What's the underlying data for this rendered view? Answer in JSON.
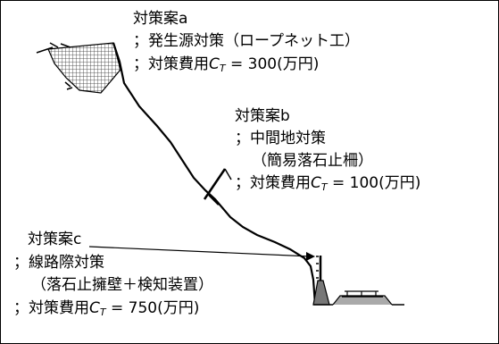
{
  "measures": [
    {
      "id": "a",
      "title": "対策案a",
      "detail": "；発生源対策（ロープネット工）",
      "cost_prefix": "；対策費用",
      "cost_symbol": "C",
      "cost_subscript": "T",
      "cost_value": "= 300(万円)"
    },
    {
      "id": "b",
      "title": "対策案b",
      "detail": "；中間地対策",
      "detail2": "（簡易落石止柵）",
      "cost_prefix": "；対策費用",
      "cost_symbol": "C",
      "cost_subscript": "T",
      "cost_value": "= 100(万円)"
    },
    {
      "id": "c",
      "title": "対策案c",
      "detail": "；線路際対策",
      "detail2": "（落石止擁壁＋検知装置）",
      "cost_prefix": "；対策費用",
      "cost_symbol": "C",
      "cost_subscript": "T",
      "cost_value": "= 750(万円)"
    }
  ]
}
